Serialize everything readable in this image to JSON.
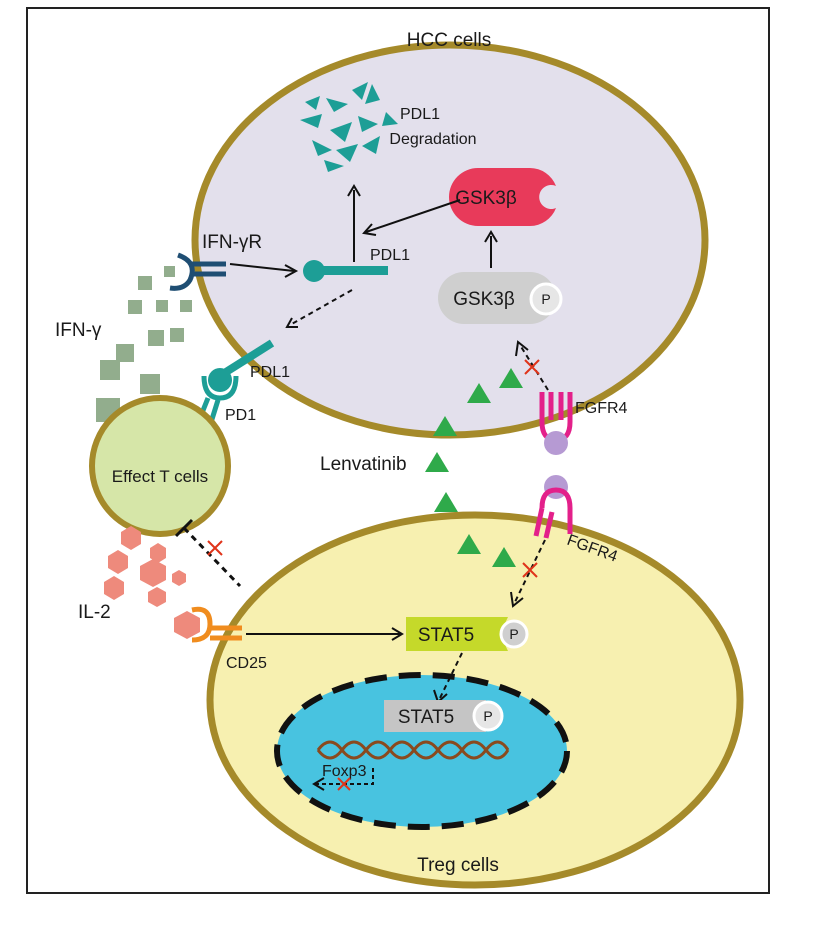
{
  "labels": {
    "hcc_cells": "HCC cells",
    "pdl1_degradation_line1": "PDL1",
    "pdl1_degradation_line2": "Degradation",
    "gsk3b_active": "GSK3β",
    "gsk3b_phospho": "GSK3β",
    "phospho_p": "P",
    "ifn_gamma_r": "IFN-γR",
    "pdl1_internal": "PDL1",
    "ifn_gamma": "IFN-γ",
    "pdl1_membrane": "PDL1",
    "pd1": "PD1",
    "fgfr4_hcc": "FGFR4",
    "effect_t_cells": "Effect T cells",
    "lenvatinib": "Lenvatinib",
    "fgfr4_treg": "FGFR4",
    "il2": "IL-2",
    "cd25": "CD25",
    "stat5_cyto": "STAT5",
    "stat5_nucleus": "STAT5",
    "foxp3": "Foxp3",
    "treg_cells": "Treg cells"
  },
  "colors": {
    "membrane": "#a58a2a",
    "hcc_fill": "#e3e0ec",
    "treg_fill": "#f7f0b0",
    "tcell_fill": "#d6e6a8",
    "nucleus_fill": "#48c3e0",
    "teal": "#1d9e96",
    "gsk_red": "#e83a5a",
    "gsk_grey": "#cfcfcf",
    "fgfr4_pink": "#e3208a",
    "fgfr4_ligand": "#b69ad3",
    "lenvatinib_green": "#2faa4a",
    "ifn_square": "#92ad8d",
    "il2_hex": "#ee8a7c",
    "receptor_navy": "#1f4e73",
    "cd25_orange": "#f08c1e",
    "stat5_yellow": "#c5d92a",
    "inhibit_x": "#e0341a",
    "dna_brown": "#8a4a1e"
  },
  "icons": [
    "pdl1-fragment-icon",
    "gsk3b-active-icon",
    "gsk3b-phospho-icon",
    "ifn-gamma-receptor-icon",
    "pdl1-receptor-icon",
    "pd1-receptor-icon",
    "fgfr4-receptor-icon",
    "lenvatinib-triangle-icon",
    "ifn-gamma-square-icon",
    "il2-hexagon-icon",
    "cd25-receptor-icon",
    "stat5-icon",
    "dna-helix-icon",
    "inhibition-x-icon"
  ]
}
